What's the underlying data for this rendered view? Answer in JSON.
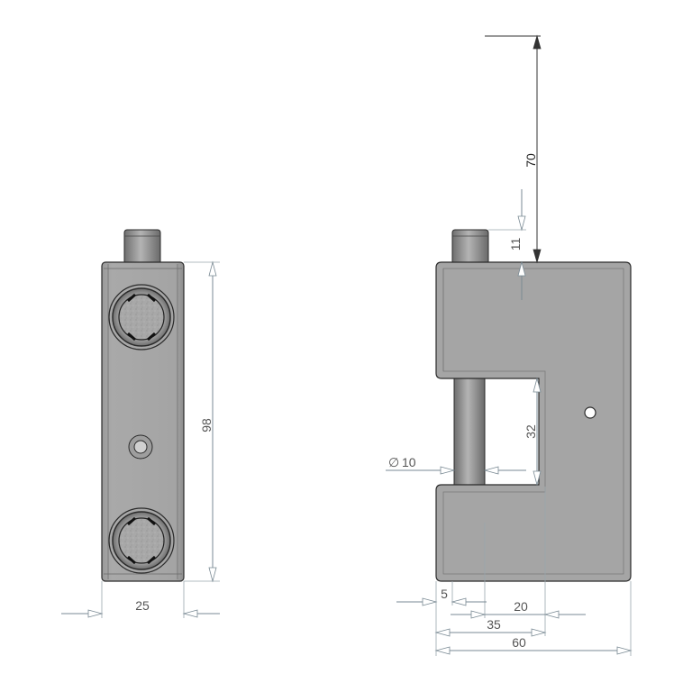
{
  "drawing": {
    "views": [
      "side-view",
      "front-view"
    ],
    "colors": {
      "body_fill": "#a6a6a6",
      "body_dark": "#8c8c8c",
      "edge": "#2b2b2b",
      "dimension_line": "#7a8a94",
      "dimension_text": "#555555"
    },
    "dimensions": {
      "side_width": "25",
      "side_height": "98",
      "pin_height": "11",
      "overall_offset": "70",
      "slot_height": "32",
      "pin_diameter": "10",
      "pin_offset": "5",
      "slot_width": "20",
      "slot_depth": "35",
      "overall_width": "60"
    },
    "diameter_symbol": "∅"
  }
}
